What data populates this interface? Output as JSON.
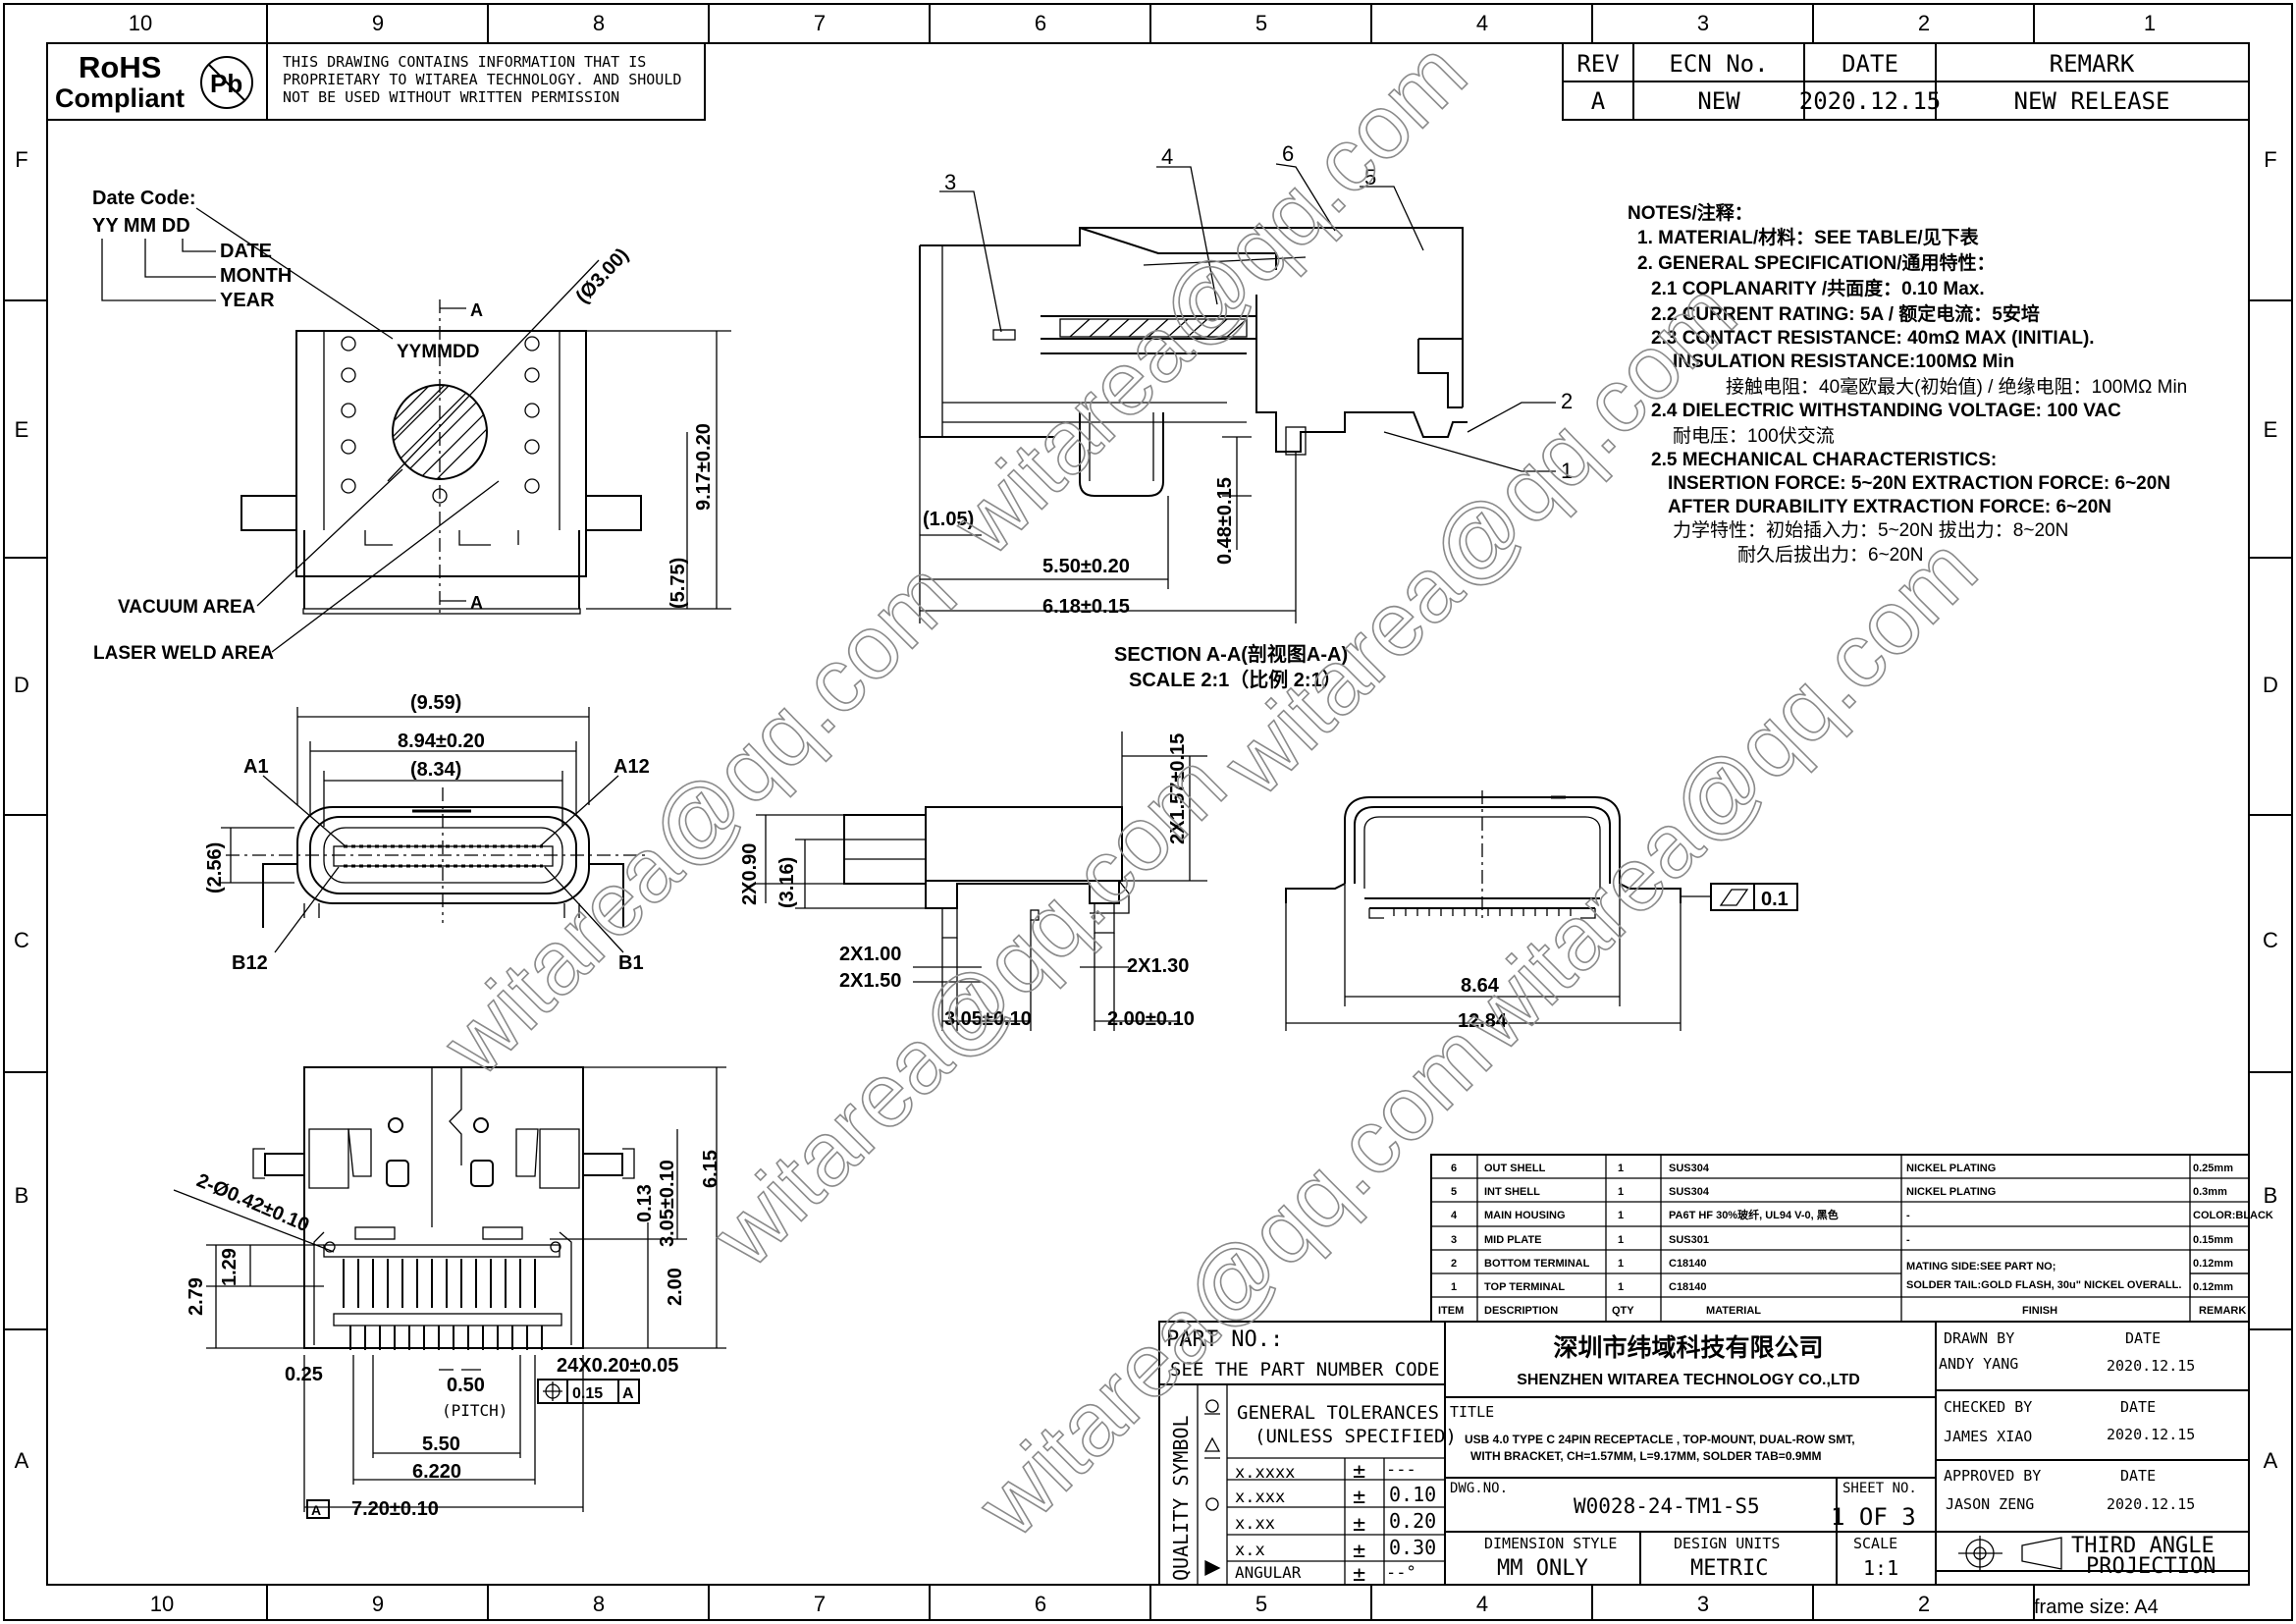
{
  "grid": {
    "columns": [
      "10",
      "9",
      "8",
      "7",
      "6",
      "5",
      "4",
      "3",
      "2",
      "1"
    ],
    "rows": [
      "F",
      "E",
      "D",
      "C",
      "B",
      "A"
    ]
  },
  "compliance": {
    "rohs_line1": "RoHS",
    "rohs_line2": "Compliant",
    "pb": "Pb",
    "notice": [
      "THIS DRAWING CONTAINS INFORMATION THAT IS",
      "PROPRIETARY TO WITAREA TECHNOLOGY. AND SHOULD",
      "NOT BE USED WITHOUT WRITTEN PERMISSION"
    ]
  },
  "revision": {
    "headers": [
      "REV",
      "ECN No.",
      "DATE",
      "REMARK"
    ],
    "rows": [
      [
        "A",
        "NEW",
        "2020.12.15",
        "NEW RELEASE"
      ]
    ]
  },
  "date_code": {
    "title": "Date Code:",
    "code": "YY MM DD",
    "date": "DATE",
    "month": "MONTH",
    "year": "YEAR",
    "marking": "YYMMDD"
  },
  "top_view": {
    "section_a": "A",
    "dia": "(Ø3.00)",
    "dim_575": "(5.75)",
    "dim_917": "9.17±0.20",
    "vacuum": "VACUUM AREA",
    "laser": "LASER WELD AREA"
  },
  "section_view": {
    "callouts": [
      "3",
      "4",
      "6",
      "5",
      "2",
      "1"
    ],
    "dim_105": "(1.05)",
    "dim_550": "5.50±0.20",
    "dim_618": "6.18±0.15",
    "dim_048": "0.48±0.15",
    "title": "SECTION A-A(剖视图A-A)",
    "scale": "SCALE 2:1（比例 2:1）"
  },
  "notes": {
    "title": "NOTES/注释：",
    "lines": [
      "1. MATERIAL/材料：SEE TABLE/见下表",
      "2. GENERAL SPECIFICATION/通用特性：",
      "2.1 COPLANARITY /共面度：0.10 Max.",
      "2.2 CURRENT RATING: 5A / 额定电流：5安培",
      "2.3 CONTACT RESISTANCE: 40mΩ MAX (INITIAL).",
      "INSULATION RESISTANCE:100MΩ Min",
      "接触电阻：40毫欧最大(初始值) / 绝缘电阻：100MΩ Min",
      "2.4 DIELECTRIC WITHSTANDING VOLTAGE: 100 VAC",
      "耐电压：100伏交流",
      "2.5 MECHANICAL CHARACTERISTICS:",
      "INSERTION FORCE: 5~20N EXTRACTION FORCE: 6~20N",
      "AFTER DURABILITY EXTRACTION FORCE: 6~20N",
      "力学特性：初始插入力：5~20N 拔出力：8~20N",
      "耐久后拔出力：6~20N"
    ]
  },
  "front_view": {
    "dim_959": "(9.59)",
    "dim_894": "8.94±0.20",
    "dim_834": "(8.34)",
    "a1": "A1",
    "a12": "A12",
    "b12": "B12",
    "b1": "B1",
    "dim_256": "(2.56)"
  },
  "side_view": {
    "dim_2x090": "2X0.90",
    "dim_316": "(3.16)",
    "dim_2x157": "2X1.57±0.15",
    "dim_2x100": "2X1.00",
    "dim_2x150": "2X1.50",
    "dim_2x130": "2X1.30",
    "dim_305": "3.05±0.10",
    "dim_200": "2.00±0.10"
  },
  "rear_view": {
    "flatness": "0.1",
    "dim_864": "8.64",
    "dim_1284": "12.84"
  },
  "footprint": {
    "dim_042": "2-Ø0.42±0.10",
    "dim_129": "1.29",
    "dim_279": "2.79",
    "dim_013": "0.13",
    "dim_305": "3.05±0.10",
    "dim_200": "2.00",
    "dim_615": "6.15",
    "dim_025": "0.25",
    "dim_24x": "24X0.20±0.05",
    "dim_050": "0.50",
    "pitch": "(PITCH)",
    "tol_015": "0.15",
    "tol_ref": "A",
    "dim_550": "5.50",
    "dim_6220": "6.220",
    "dim_720": "7.20±0.10",
    "datum": "A"
  },
  "bom": {
    "headers": [
      "ITEM",
      "DESCRIPTION",
      "QTY",
      "MATERIAL",
      "FINISH",
      "REMARK"
    ],
    "rows": [
      [
        "6",
        "OUT SHELL",
        "1",
        "SUS304",
        "NICKEL PLATING",
        "0.25mm"
      ],
      [
        "5",
        "INT SHELL",
        "1",
        "SUS304",
        "NICKEL PLATING",
        "0.3mm"
      ],
      [
        "4",
        "MAIN HOUSING",
        "1",
        "PA6T HF 30%玻纤, UL94 V-0, 黑色",
        "-",
        "COLOR:BLACK"
      ],
      [
        "3",
        "MID PLATE",
        "1",
        "SUS301",
        "-",
        "0.15mm"
      ],
      [
        "2",
        "BOTTOM TERMINAL",
        "1",
        "C18140",
        "",
        "0.12mm"
      ],
      [
        "1",
        "TOP TERMINAL",
        "1",
        "C18140",
        "",
        "0.12mm"
      ]
    ],
    "finish_note": [
      "MATING SIDE:SEE PART NO;",
      "SOLDER TAIL:GOLD FLASH, 30u\" NICKEL OVERALL."
    ]
  },
  "title_block": {
    "part_no_label": "PART NO.:",
    "part_no_value": "SEE THE PART NUMBER CODE",
    "quality": "QUALITY SYMBOL",
    "gen_tol": "GENERAL TOLERANCES",
    "unless": "(UNLESS SPECIFIED)",
    "tolerances": [
      [
        "x.xxxx",
        "±",
        "---"
      ],
      [
        "x.xxx",
        "±",
        "0.10"
      ],
      [
        "x.xx",
        "±",
        "0.20"
      ],
      [
        "x.x",
        "±",
        "0.30"
      ],
      [
        "ANGULAR",
        "±",
        "--°"
      ]
    ],
    "company_cn": "深圳市纬域科技有限公司",
    "company_en": "SHENZHEN WITAREA TECHNOLOGY CO.,LTD",
    "title_label": "TITLE",
    "title_lines": [
      "USB 4.0 TYPE C 24PIN RECEPTACLE , TOP-MOUNT, DUAL-ROW SMT,",
      "WITH BRACKET, CH=1.57MM, L=9.17MM, SOLDER TAB=0.9MM"
    ],
    "dwg_label": "DWG.NO.",
    "dwg_no": "W0028-24-TM1-S5",
    "sheet_label": "SHEET NO.",
    "sheet": "1 OF 3",
    "dim_style_label": "DIMENSION STYLE",
    "dim_style": "MM ONLY",
    "units_label": "DESIGN UNITS",
    "units": "METRIC",
    "scale_label": "SCALE",
    "scale": "1:1",
    "drawn_label": "DRAWN BY",
    "drawn": "ANDY YANG",
    "checked_label": "CHECKED BY",
    "checked": "JAMES XIAO",
    "approved_label": "APPROVED BY",
    "approved": "JASON ZENG",
    "date_label": "DATE",
    "date": "2020.12.15",
    "projection": [
      "THIRD ANGLE",
      "PROJECTION"
    ],
    "frame": "frame size: A4"
  },
  "watermark": "witarea@qq.com"
}
